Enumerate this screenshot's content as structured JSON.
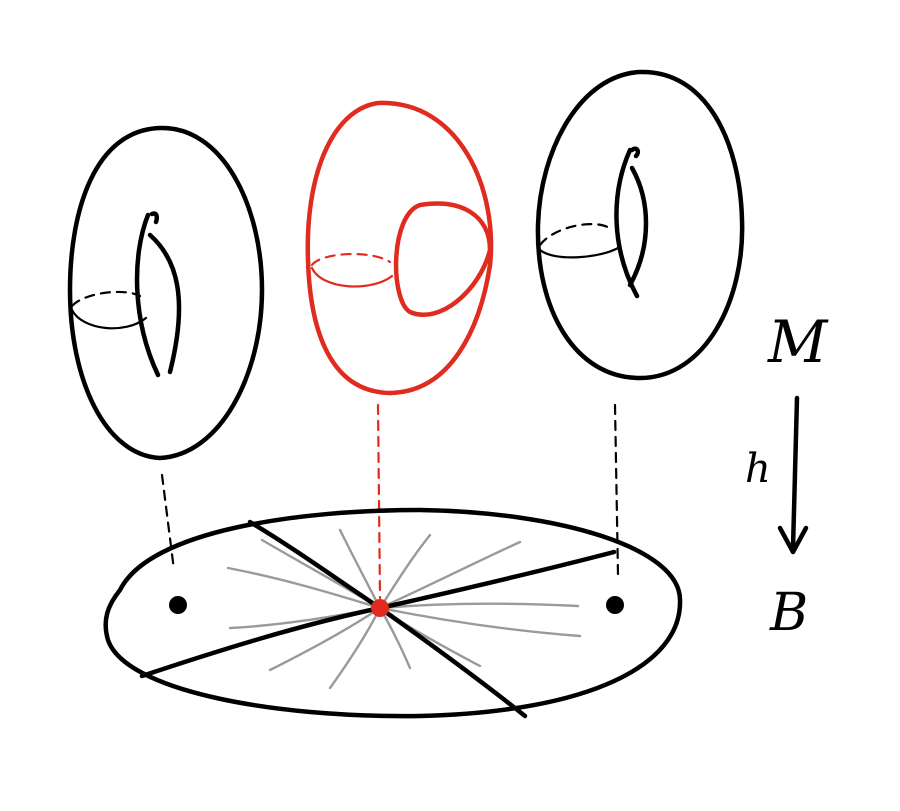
{
  "labels": {
    "total_space": "M",
    "map": "h",
    "base": "B"
  },
  "colors": {
    "ink": "#000000",
    "singular_fiber": "#e02b1f",
    "foliation": "#9a9a9a"
  }
}
